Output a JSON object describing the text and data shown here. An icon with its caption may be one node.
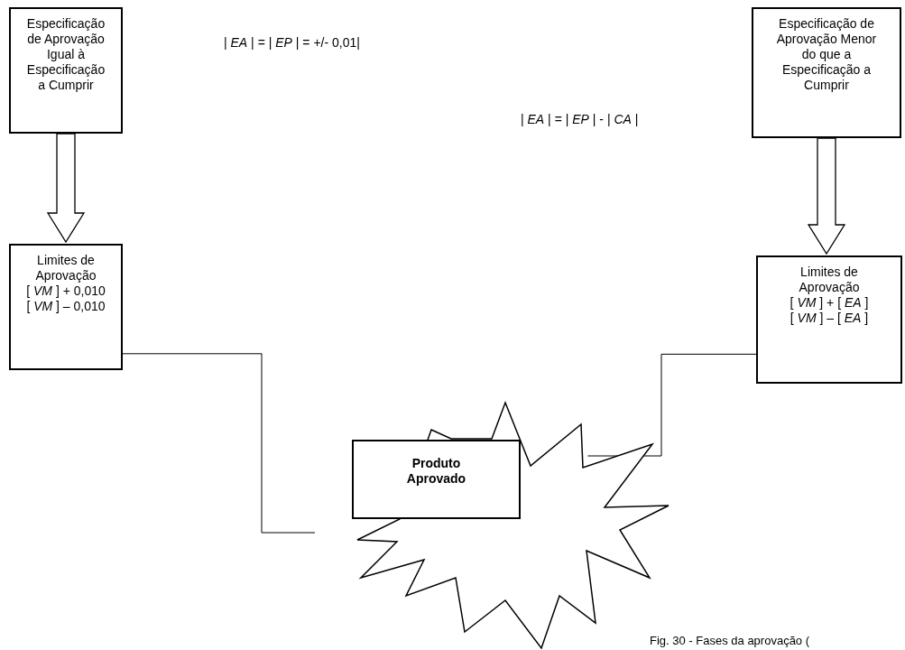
{
  "diagram": {
    "caption": "Fig. 30 - Fases da aprovação (",
    "nodes": [
      {
        "text": [
          "Especificação de Aprovação Igual à Especificação a Cumprir"
        ]
      },
      {
        "text": [
          "Limites de Aprovação",
          "[ *VM* ] + 0,010",
          "[ *VM* ] – 0,010"
        ]
      },
      {
        "text": [
          "Especificação de Aprovação Menor do que a Especificação a Cumprir"
        ]
      },
      {
        "text": [
          "Limites de Aprovação",
          "[ *VM* ] + [ *EA* ]",
          "[ *VM* ] – [ *EA* ]"
        ]
      },
      {
        "text": [],
        "shape": "star"
      },
      {
        "text": [
          "Produto Aprovado"
        ],
        "in": 4
      }
    ],
    "edges": [
      {
        "from": 0,
        "to": 1,
        "arrow": "to",
        "style": "thick"
      },
      {
        "from": 2,
        "to": 3,
        "arrow": "to",
        "style": "thick"
      },
      {
        "from": 1,
        "to": null,
        "arrow": "none"
      },
      {
        "from": 3,
        "to": 4,
        "arrow": "none"
      }
    ],
    "labels": [
      "| *EA* | = | *EP* | = +/- 0,01|",
      "| *EA* | = | *EP* | - | *CA* |"
    ]
  }
}
